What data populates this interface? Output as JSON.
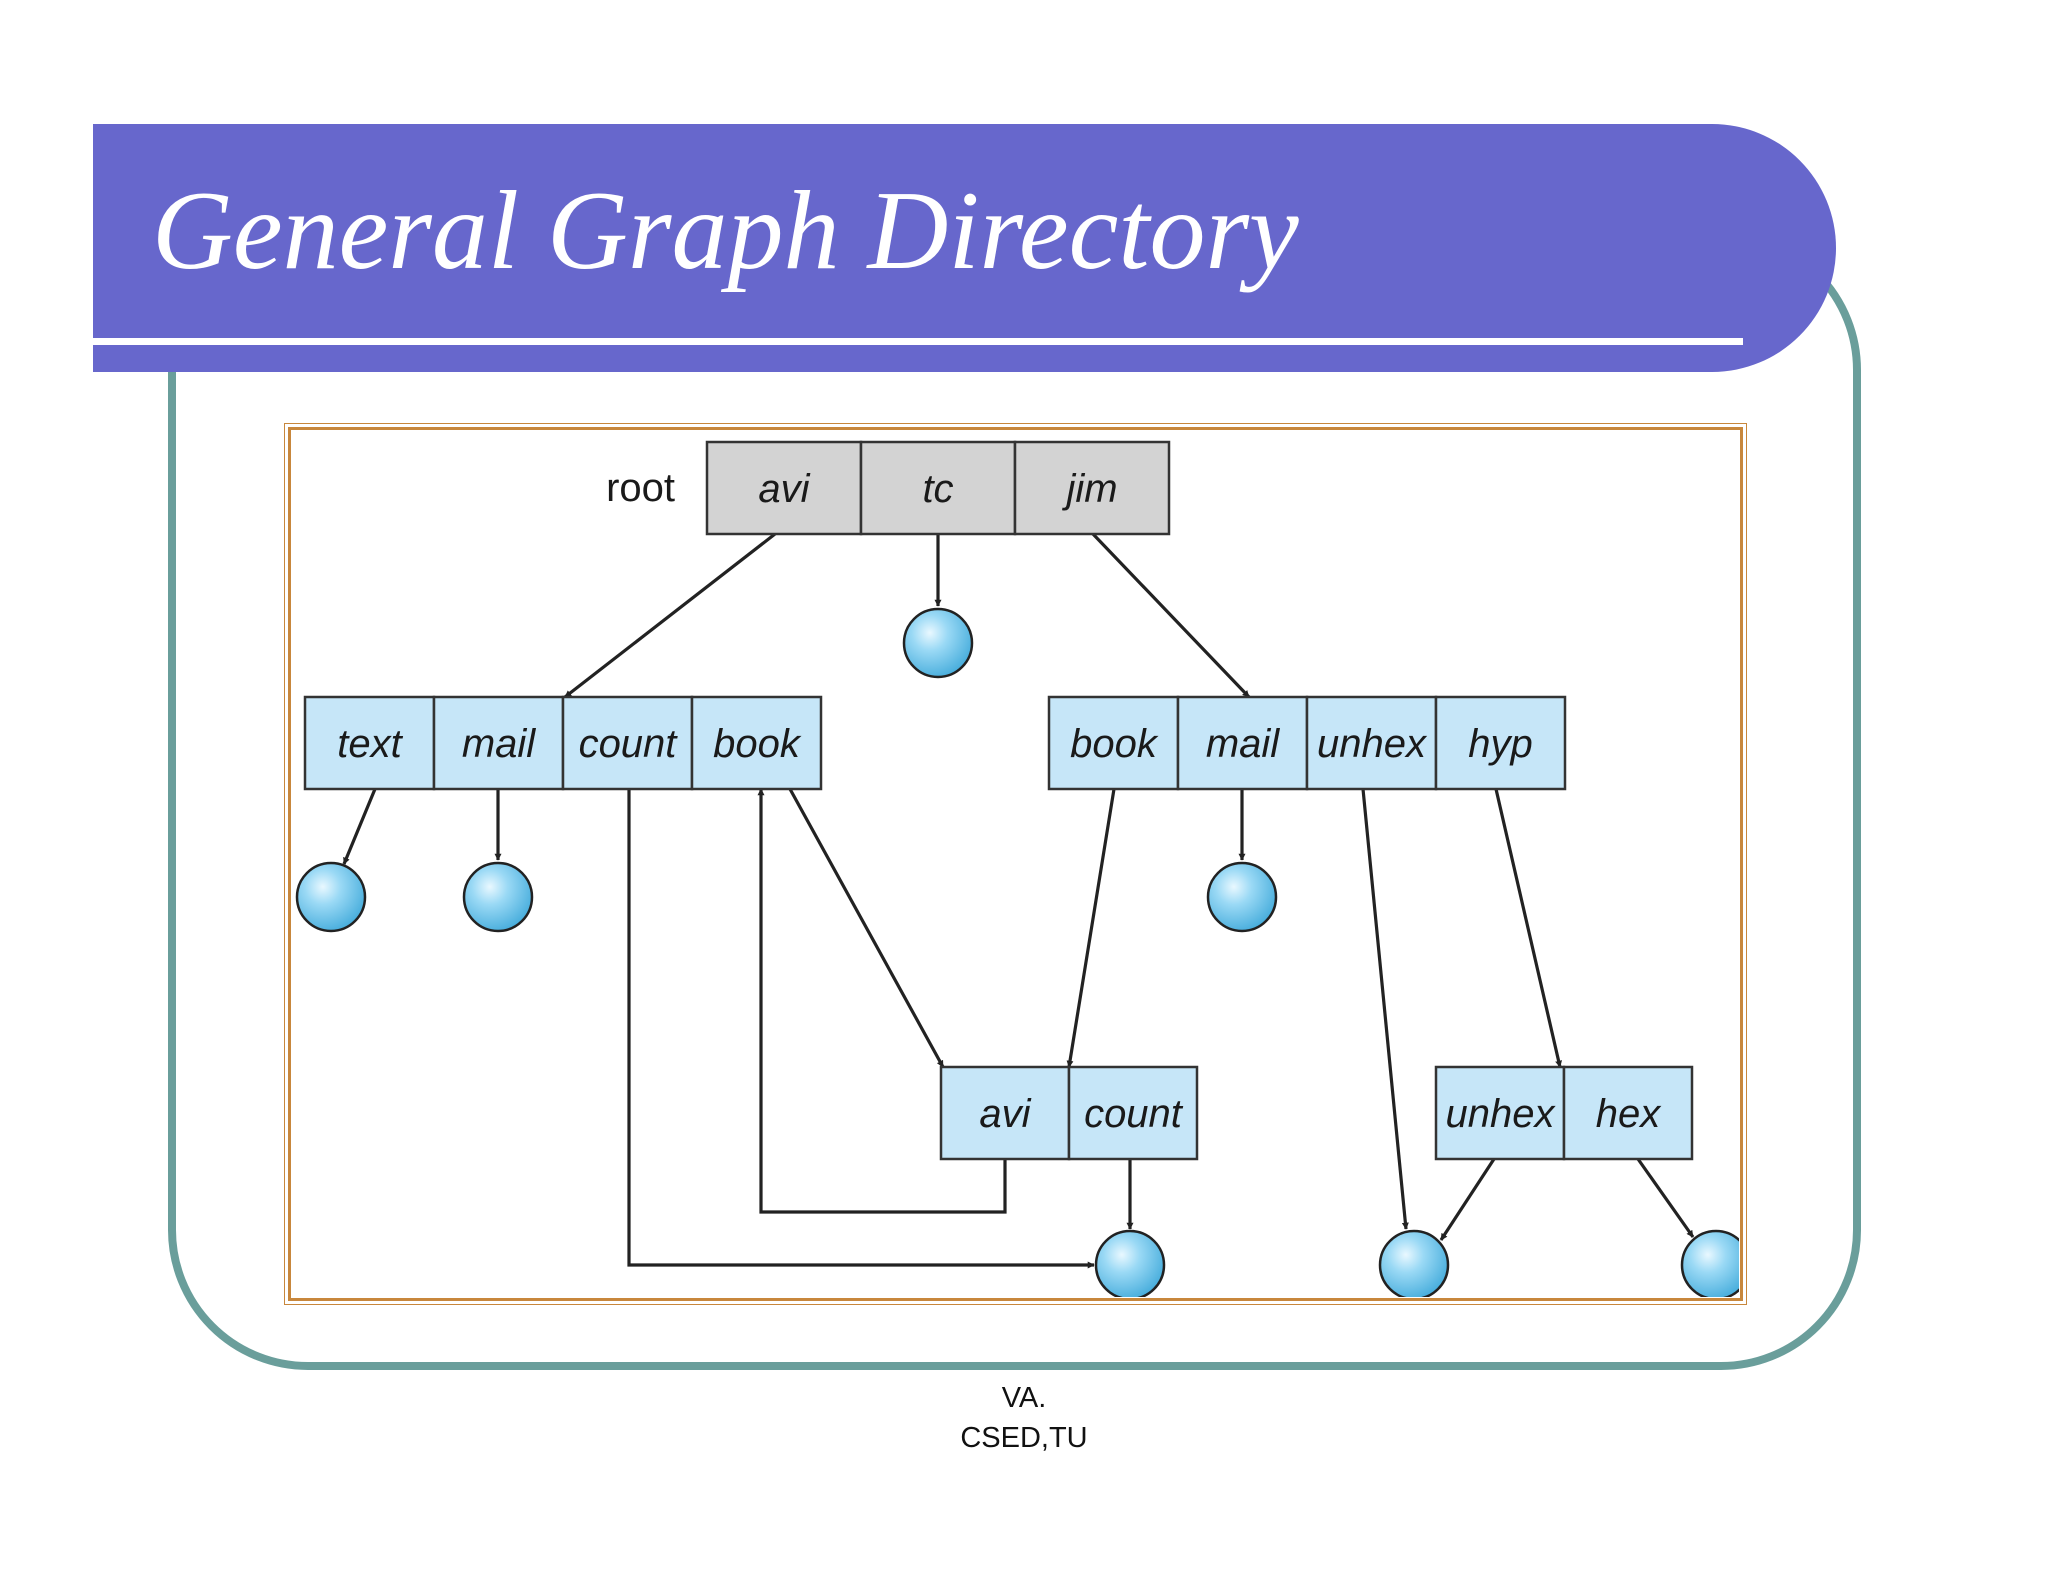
{
  "slide": {
    "title": "General Graph Directory",
    "footer_line1": "VA.",
    "footer_line2": "CSED,TU"
  },
  "colors": {
    "banner": "#6767cc",
    "frame": "#6a9e9b",
    "root_cell": "#d3d3d3",
    "dir_cell": "#c6e6f8",
    "file_circle": "#5bbde9"
  },
  "diagram": {
    "root_label": "root",
    "directories": [
      {
        "id": "root",
        "entries": [
          "avi",
          "tc",
          "jim"
        ]
      },
      {
        "id": "avi-dir",
        "entries": [
          "text",
          "mail",
          "count",
          "book"
        ]
      },
      {
        "id": "jim-dir",
        "entries": [
          "book",
          "mail",
          "unhex",
          "hyp"
        ]
      },
      {
        "id": "book-dir",
        "entries": [
          "avi",
          "count"
        ]
      },
      {
        "id": "hyp-dir",
        "entries": [
          "unhex",
          "hex"
        ]
      }
    ],
    "files": [
      "tc",
      "text",
      "mail",
      "jim-mail",
      "count",
      "unhex",
      "hex"
    ],
    "links": [
      {
        "from": "root.avi",
        "to": "avi-dir"
      },
      {
        "from": "root.tc",
        "to": "file:tc"
      },
      {
        "from": "root.jim",
        "to": "jim-dir"
      },
      {
        "from": "avi-dir.text",
        "to": "file:text"
      },
      {
        "from": "avi-dir.mail",
        "to": "file:mail"
      },
      {
        "from": "avi-dir.count",
        "to": "file:count"
      },
      {
        "from": "avi-dir.book",
        "to": "book-dir"
      },
      {
        "from": "book-dir.avi",
        "to": "avi-dir.book"
      },
      {
        "from": "book-dir.count",
        "to": "file:count"
      },
      {
        "from": "jim-dir.book",
        "to": "book-dir"
      },
      {
        "from": "jim-dir.mail",
        "to": "file:jim-mail"
      },
      {
        "from": "jim-dir.unhex",
        "to": "file:unhex"
      },
      {
        "from": "jim-dir.hyp",
        "to": "hyp-dir"
      },
      {
        "from": "hyp-dir.unhex",
        "to": "file:unhex"
      },
      {
        "from": "hyp-dir.hex",
        "to": "file:hex"
      }
    ]
  }
}
